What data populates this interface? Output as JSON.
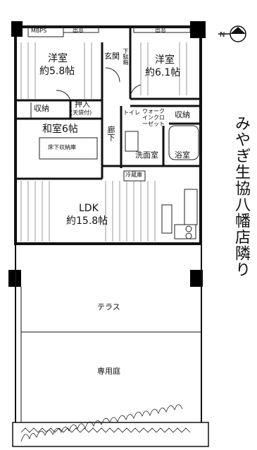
{
  "rooms": {
    "western_room_1": {
      "name": "洋室",
      "size": "約5.8帖"
    },
    "western_room_2": {
      "name": "洋室",
      "size": "約6.1帖"
    },
    "japanese_room": {
      "name": "和室6帖"
    },
    "ldk": {
      "name": "LDK",
      "size": "約15.8帖"
    }
  },
  "labels": {
    "mbps": "MBPS",
    "closet_out_1": "出窓",
    "closet_out_2": "出窓",
    "entrance": "玄関",
    "shoe_storage": "下駄箱",
    "storage_1": "収納",
    "oshiire": "押入",
    "tenbukuro": "(天袋付)",
    "storage_2": "収納",
    "toilet": "トイレ",
    "walk_in_closet": "ウォークインクローゼット",
    "hallway": "廊下",
    "underfloor_storage": "床下収納庫",
    "washroom": "洗面室",
    "bathroom": "浴室",
    "refrigerator": "冷蔵庫",
    "terrace": "テラス",
    "private_garden": "専用庭",
    "north": "N",
    "side_caption": "みやぎ生協八幡店隣り"
  },
  "colors": {
    "wall": "#111111",
    "line": "#222222",
    "hatch": "#555555",
    "pillar": "#000000"
  }
}
